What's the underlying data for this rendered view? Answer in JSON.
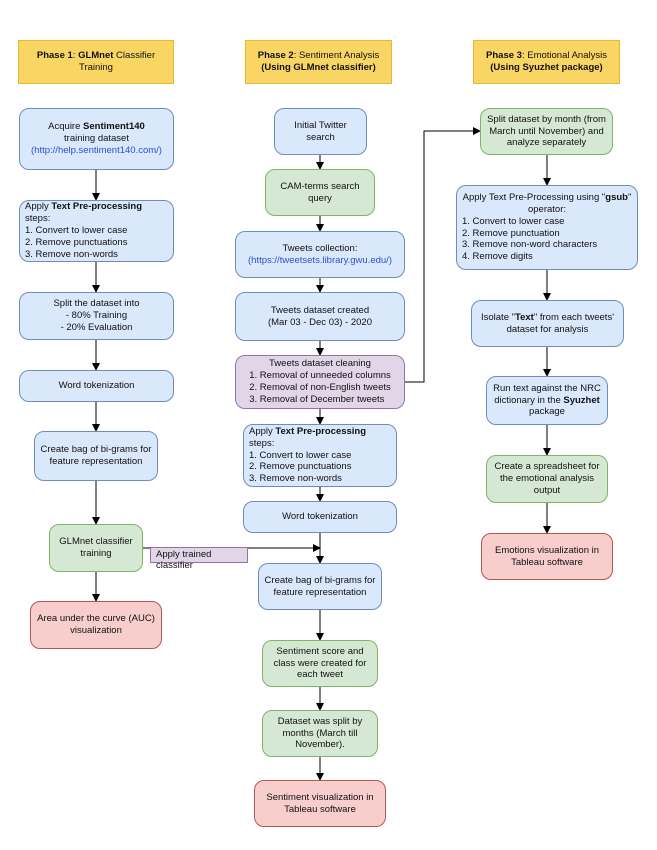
{
  "headers": {
    "p1": {
      "bold": "Phase 1",
      "sep": ": ",
      "bold2": "GLMnet",
      "rest": " Classifier Training"
    },
    "p2": {
      "bold": "Phase 2",
      "rest": ": Sentiment Analysis",
      "line2": "(Using GLMnet classifier)"
    },
    "p3": {
      "bold": "Phase 3",
      "rest": ": Emotional Analysis",
      "line2": "(Using Syuzhet package)"
    }
  },
  "col1": {
    "acquire": {
      "pre": "Acquire ",
      "bold": "Sentiment140",
      "l2": "training dataset",
      "link": "(http://help.sentiment140.com/)"
    },
    "textprep": {
      "pre": "Apply ",
      "bold": "Text Pre-processing",
      "post": " steps:",
      "items": [
        "1. Convert to lower case",
        "2. Remove punctuations",
        "3. Remove non-words"
      ]
    },
    "split": {
      "l1": "Split the dataset into",
      "l2": "- 80% Training",
      "l3": "- 20% Evaluation"
    },
    "tokenize": "Word tokenization",
    "bigrams": "Create bag of bi-grams for feature representation",
    "classifier": "GLMnet classifier training",
    "auc": "Area under the curve (AUC) visualization"
  },
  "apply_trained": "Apply trained classifier",
  "col2": {
    "search": "Initial Twitter search",
    "camterms": "CAM-terms search query",
    "collection": {
      "l1": "Tweets collection:",
      "link": "(https://tweetsets.library.gwu.edu/)"
    },
    "created": {
      "l1": "Tweets dataset created",
      "l2": "(Mar 03 - Dec 03) - 2020"
    },
    "cleaning": {
      "title": "Tweets dataset cleaning",
      "items": [
        "1. Removal of unneeded columns",
        "2. Removal of non-English tweets",
        "3. Removal of December tweets"
      ]
    },
    "textprep": {
      "pre": "Apply ",
      "bold": "Text Pre-processing",
      "post": " steps:",
      "items": [
        "1. Convert to lower case",
        "2. Remove punctuations",
        "3. Remove non-words"
      ]
    },
    "tokenize": "Word tokenization",
    "bigrams": "Create bag of bi-grams for feature representation",
    "score": "Sentiment score and class were created for each tweet",
    "splitmonths": "Dataset was split by months (March till November).",
    "viz": "Sentiment visualization in Tableau software"
  },
  "col3": {
    "split": "Split dataset by month (from March until November) and analyze separately",
    "gsub": {
      "pre": "Apply Text Pre-Processing using \"",
      "bold": "gsub",
      "post": "\" operator:",
      "items": [
        "1. Convert to lower case",
        "2. Remove punctuation",
        "3. Remove non-word characters",
        "4. Remove digits"
      ]
    },
    "isolate": {
      "pre": "Isolate \"",
      "bold": "Text",
      "post": "\" from each tweets' dataset for analysis"
    },
    "nrc": {
      "pre": "Run text against the NRC dictionary in the ",
      "bold": "Syuzhet",
      "post": " package"
    },
    "spreadsheet": "Create a spreadsheet for the emotional analysis output",
    "emotions": "Emotions visualization in Tableau software"
  }
}
